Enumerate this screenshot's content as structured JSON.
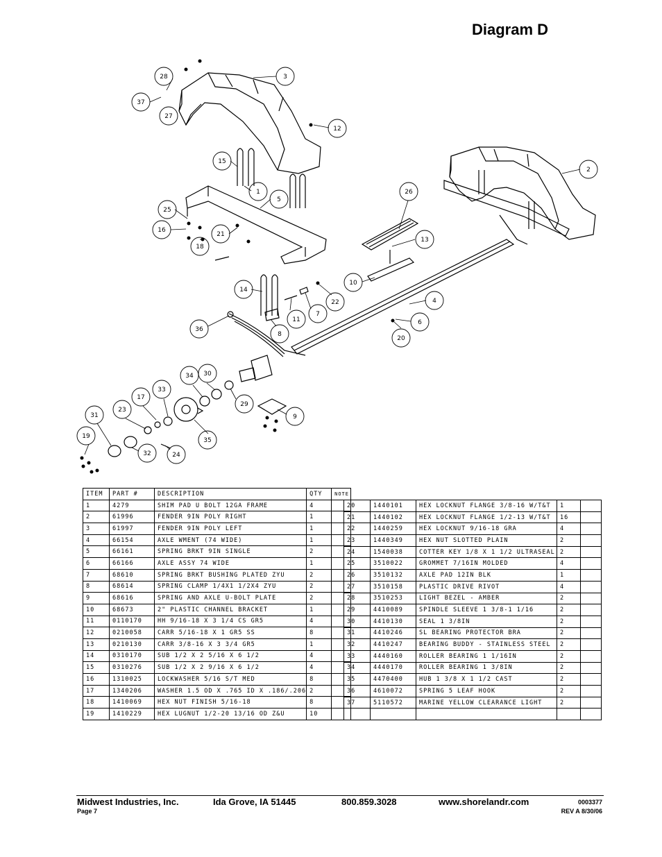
{
  "title": "Diagram D",
  "callouts": [
    "28",
    "3",
    "37",
    "27",
    "12",
    "15",
    "1",
    "5",
    "2",
    "25",
    "16",
    "21",
    "18",
    "26",
    "13",
    "10",
    "14",
    "4",
    "22",
    "11",
    "7",
    "36",
    "8",
    "6",
    "20",
    "34",
    "30",
    "33",
    "17",
    "29",
    "9",
    "31",
    "23",
    "19",
    "32",
    "24",
    "35"
  ],
  "parts_left": {
    "headers": [
      "ITEM",
      "PART #",
      "DESCRIPTION",
      "QTY",
      "NOTE"
    ],
    "rows": [
      [
        "1",
        "4279",
        "SHIM PAD  U BOLT 12GA FRAME",
        "4",
        ""
      ],
      [
        "2",
        "61996",
        "FENDER  9IN POLY RIGHT",
        "1",
        ""
      ],
      [
        "3",
        "61997",
        "FENDER  9IN POLY LEFT",
        "1",
        ""
      ],
      [
        "4",
        "66154",
        "AXLE WMENT (74 WIDE)",
        "1",
        ""
      ],
      [
        "5",
        "66161",
        "SPRING BRKT  9IN SINGLE",
        "2",
        ""
      ],
      [
        "6",
        "66166",
        "AXLE ASSY 74 WIDE",
        "1",
        ""
      ],
      [
        "7",
        "68610",
        "SPRING BRKT BUSHING PLATED ZYU",
        "2",
        ""
      ],
      [
        "8",
        "68614",
        "SPRING CLAMP  1/4X1 1/2X4  ZYU",
        "2",
        ""
      ],
      [
        "9",
        "68616",
        "SPRING AND AXLE U-BOLT PLATE",
        "2",
        ""
      ],
      [
        "10",
        "68673",
        "2\" PLASTIC CHANNEL BRACKET",
        "1",
        ""
      ],
      [
        "11",
        "0110170",
        "HH 9/16-18 X 3 1/4 CS GR5",
        "4",
        ""
      ],
      [
        "12",
        "0210058",
        "CARR 5/16-18 X 1 GR5 SS",
        "8",
        ""
      ],
      [
        "13",
        "0210130",
        "CARR 3/8-16 X 3 3/4 GR5",
        "1",
        ""
      ],
      [
        "14",
        "0310170",
        "SUB 1/2 X 2 5/16 X 6 1/2",
        "4",
        ""
      ],
      [
        "15",
        "0310276",
        "SUB 1/2 X 2 9/16 X 6 1/2",
        "4",
        ""
      ],
      [
        "16",
        "1310025",
        "LOCKWASHER 5/16 S/T MED",
        "8",
        ""
      ],
      [
        "17",
        "1340206",
        "WASHER 1.5 OD X .765 ID X .186/.206",
        "2",
        ""
      ],
      [
        "18",
        "1410069",
        "HEX NUT FINISH 5/16-18",
        "8",
        ""
      ],
      [
        "19",
        "1410229",
        "HEX LUGNUT 1/2-20 13/16 OD Z&U",
        "10",
        ""
      ]
    ]
  },
  "parts_right": {
    "rows": [
      [
        "20",
        "1440101",
        "HEX LOCKNUT FLANGE 3/8-16 W/T&T",
        "1",
        ""
      ],
      [
        "21",
        "1440102",
        "HEX LOCKNUT FLANGE 1/2-13 W/T&T",
        "16",
        ""
      ],
      [
        "22",
        "1440259",
        "HEX LOCKNUT 9/16-18 GRA",
        "4",
        ""
      ],
      [
        "23",
        "1440349",
        "HEX NUT SLOTTED PLAIN",
        "2",
        ""
      ],
      [
        "24",
        "1540038",
        "COTTER KEY 1/8 X 1 1/2 ULTRASEAL",
        "2",
        ""
      ],
      [
        "25",
        "3510022",
        "GROMMET  7/16IN MOLDED",
        "4",
        ""
      ],
      [
        "26",
        "3510132",
        "AXLE PAD 12IN  BLK",
        "1",
        ""
      ],
      [
        "27",
        "3510158",
        "PLASTIC DRIVE RIVOT",
        "4",
        ""
      ],
      [
        "28",
        "3510253",
        "LIGHT BEZEL - AMBER",
        "2",
        ""
      ],
      [
        "29",
        "4410089",
        "SPINDLE SLEEVE  1 3/8-1 1/16",
        "2",
        ""
      ],
      [
        "30",
        "4410130",
        "SEAL  1 3/8IN",
        "2",
        ""
      ],
      [
        "31",
        "4410246",
        "SL BEARING PROTECTOR BRA",
        "2",
        ""
      ],
      [
        "32",
        "4410247",
        "BEARING BUDDY - STAINLESS STEEL",
        "2",
        ""
      ],
      [
        "33",
        "4440160",
        "ROLLER BEARING  1 1/16IN",
        "2",
        ""
      ],
      [
        "34",
        "4440170",
        "ROLLER BEARING  1 3/8IN",
        "2",
        ""
      ],
      [
        "35",
        "4470400",
        "HUB  1 3/8 X 1 1/2 CAST",
        "2",
        ""
      ],
      [
        "36",
        "4610072",
        "SPRING  5 LEAF HOOK",
        "2",
        ""
      ],
      [
        "37",
        "5110572",
        "MARINE YELLOW CLEARANCE LIGHT",
        "2",
        ""
      ],
      [
        "",
        "",
        "",
        "",
        ""
      ]
    ]
  },
  "footer": {
    "company": "Midwest Industries, Inc.",
    "location": "Ida Grove, IA  51445",
    "phone": "800.859.3028",
    "website": "www.shorelandr.com",
    "doc_number": "0003377",
    "page": "Page 7",
    "revision": "REV A  8/30/06"
  }
}
